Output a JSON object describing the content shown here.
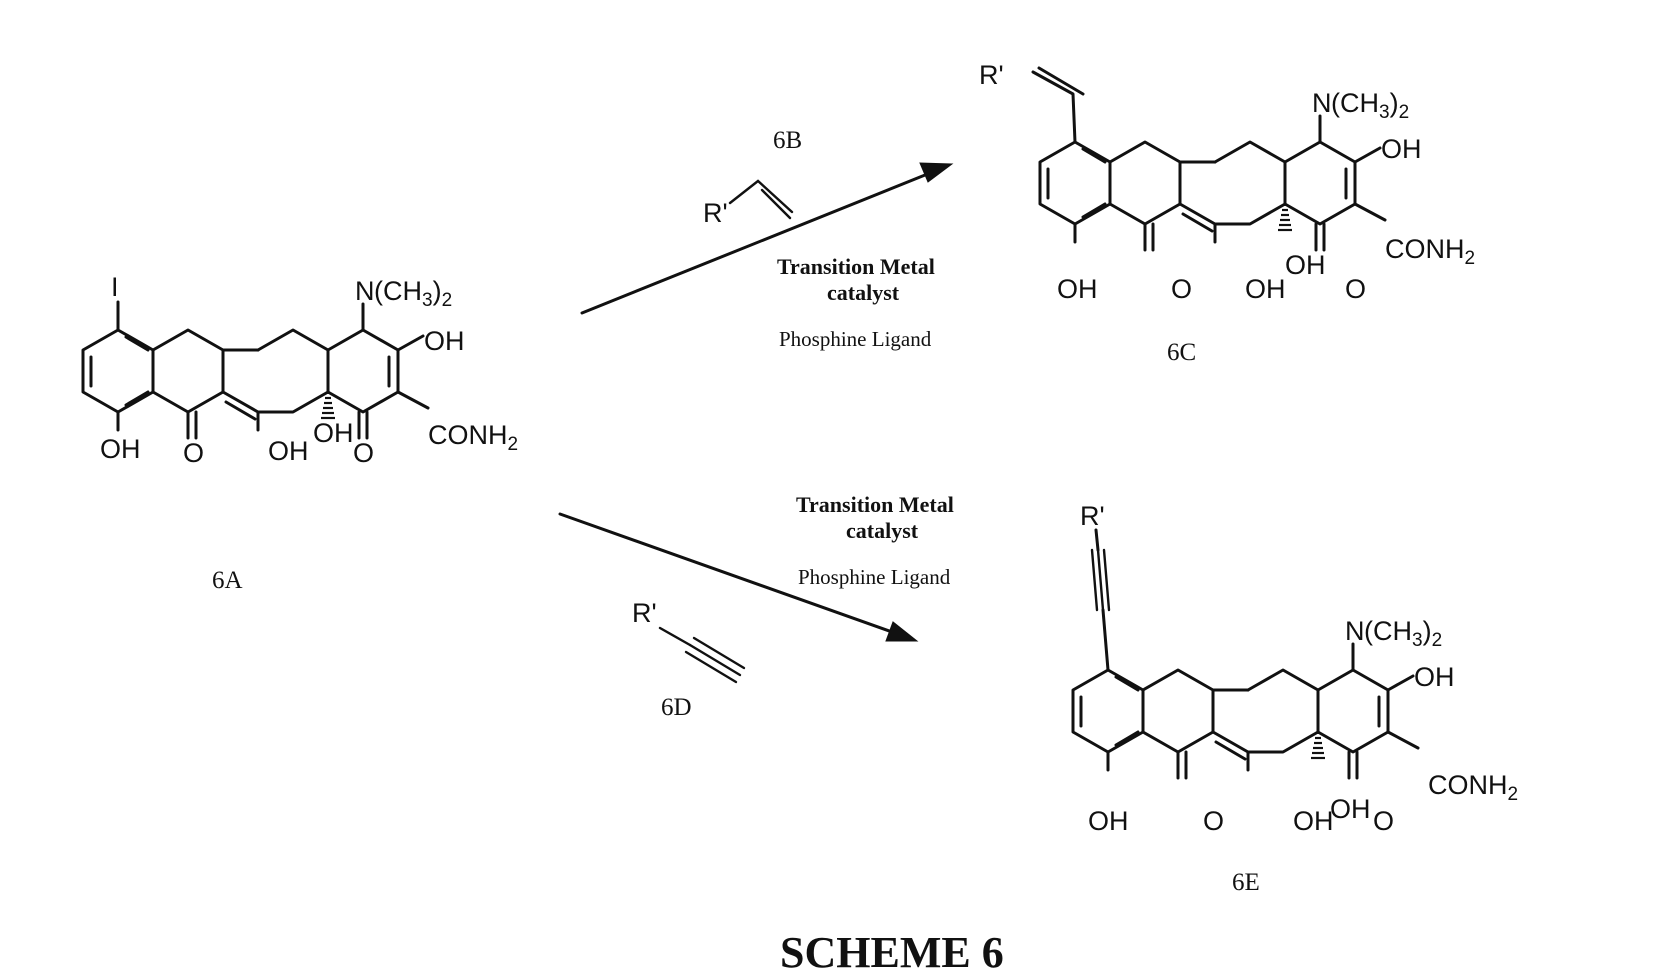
{
  "title": "SCHEME 6",
  "labels": {
    "a": "6A",
    "b": "6B",
    "c": "6C",
    "d": "6D",
    "e": "6E"
  },
  "conditions": {
    "catalyst_line1": "Transition Metal",
    "catalyst_line2": "catalyst",
    "ligand": "Phosphine Ligand"
  },
  "atoms": {
    "iodo": "I",
    "nitrogen": "N",
    "dimethyl": "(CH",
    "three": "3",
    "close2": ")",
    "two": "2",
    "hydroxyl": "OH",
    "oxo": "O",
    "amide": "CONH",
    "amide_alt": "CONH",
    "rprime": "R'"
  }
}
